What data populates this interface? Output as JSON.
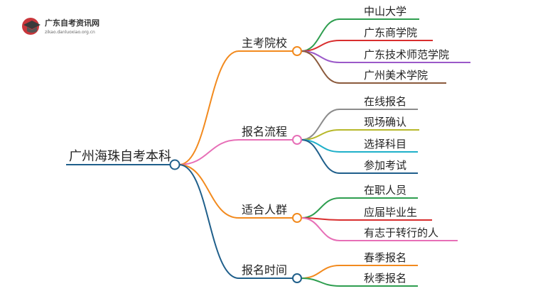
{
  "logo": {
    "title": "广东自考资讯网",
    "subtitle": "zikao.danluoxiao.org.cn",
    "icon": "graduation-cap-icon",
    "colors": {
      "badge": "#c9363b",
      "cap": "#3a3a3a"
    }
  },
  "root": {
    "label": "广州海珠自考本科",
    "color": "#1f5f8b"
  },
  "branches": [
    {
      "label": "主考院校",
      "color": "#f28a1e",
      "leaves": [
        {
          "label": "中山大学",
          "color": "#2e9e4f"
        },
        {
          "label": "广东商学院",
          "color": "#d92e2e"
        },
        {
          "label": "广东技术师范学院",
          "color": "#9b59c9"
        },
        {
          "label": "广州美术学院",
          "color": "#8b5a3c"
        }
      ]
    },
    {
      "label": "报名流程",
      "color": "#e76fb7",
      "leaves": [
        {
          "label": "在线报名",
          "color": "#8c8c8c"
        },
        {
          "label": "现场确认",
          "color": "#b7b82a"
        },
        {
          "label": "选择科目",
          "color": "#1fb0c9"
        },
        {
          "label": "参加考试",
          "color": "#1f5f8b"
        }
      ]
    },
    {
      "label": "适合人群",
      "color": "#f28a1e",
      "leaves": [
        {
          "label": "在职人员",
          "color": "#2e9e4f"
        },
        {
          "label": "应届毕业生",
          "color": "#d92e2e"
        },
        {
          "label": "有志于转行的人",
          "color": "#e76fb7"
        }
      ]
    },
    {
      "label": "报名时间",
      "color": "#1f5f8b",
      "leaves": [
        {
          "label": "春季报名",
          "color": "#f28a1e"
        },
        {
          "label": "秋季报名",
          "color": "#2e9e4f"
        }
      ]
    }
  ]
}
